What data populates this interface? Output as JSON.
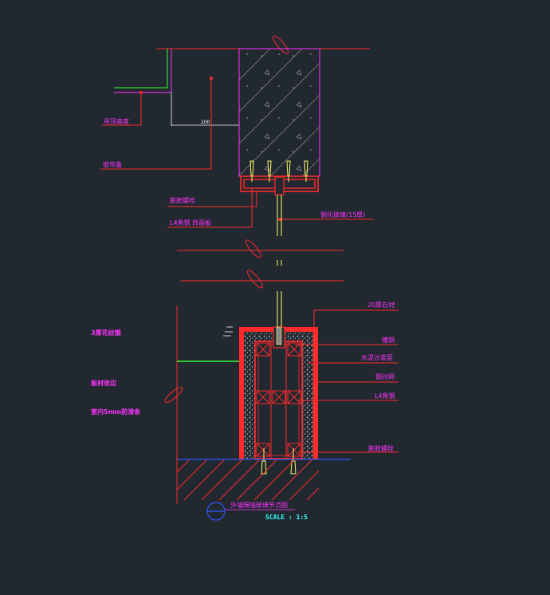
{
  "labels": {
    "ceiling_height": "吊顶高度",
    "curtain_box": "窗帘盒",
    "expansion_bolt_top": "膨胀螺栓",
    "angle_steel_top": "L4角钢 饰面板",
    "tempered_glass": "钢化玻璃(15厚)",
    "stone_20": "20厚石材",
    "channel_steel": "槽钢",
    "cement_mortar": "水泥沙浆层",
    "steel_mesh": "钢丝网",
    "angle_steel_bottom": "L4角钢",
    "expansion_bolt_bottom": "膨胀螺栓",
    "left_note_1": "3厚花纹钢",
    "left_note_2": "板材收边",
    "left_note_3": "室内5mm防滑条"
  },
  "dimension": {
    "value": "200"
  },
  "title": {
    "name": "外墙隔墙玻璃节点图",
    "scale": "SCALE :    1:5"
  },
  "colors": {
    "background": "#212830",
    "red": "#ff2a2a",
    "magenta": "#ff33ff",
    "yellow": "#ffff66",
    "green": "#33ff33",
    "blue": "#3355ff",
    "white": "#ffffff",
    "cyan": "#33ffff"
  }
}
